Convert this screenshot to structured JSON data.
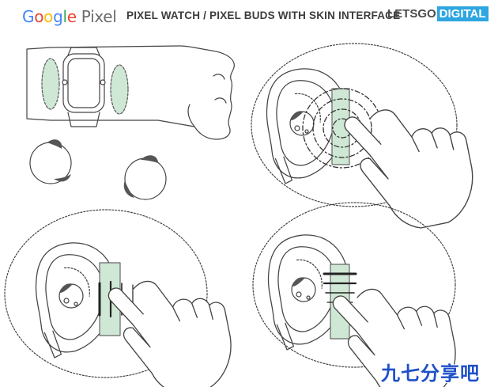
{
  "header": {
    "logo_google": "Google",
    "logo_pixel": "Pixel",
    "title": "PIXEL WATCH / PIXEL BUDS WITH SKIN INTERFACE",
    "brand_left": "LETSGO",
    "brand_right": "DIGITAL"
  },
  "google_colors": [
    "#4285F4",
    "#EA4335",
    "#FBBC05",
    "#4285F4",
    "#34A853",
    "#EA4335"
  ],
  "colors": {
    "sensor_fill": "#cfe8d5",
    "sensor_stroke": "#6a8f6f",
    "line_art": "#444444",
    "brand_blue": "#2ea6e0",
    "watermark_blue": "#1e50c8"
  },
  "panels": [
    {
      "name": "watch-on-wrist",
      "gesture": "side sensors"
    },
    {
      "name": "ear-tap",
      "gesture": "tap on skin beside earbud"
    },
    {
      "name": "ear-swipe-horizontal",
      "gesture": "horizontal swipe"
    },
    {
      "name": "ear-swipe-vertical",
      "gesture": "vertical swipe"
    }
  ],
  "watermark": "九七分享吧"
}
